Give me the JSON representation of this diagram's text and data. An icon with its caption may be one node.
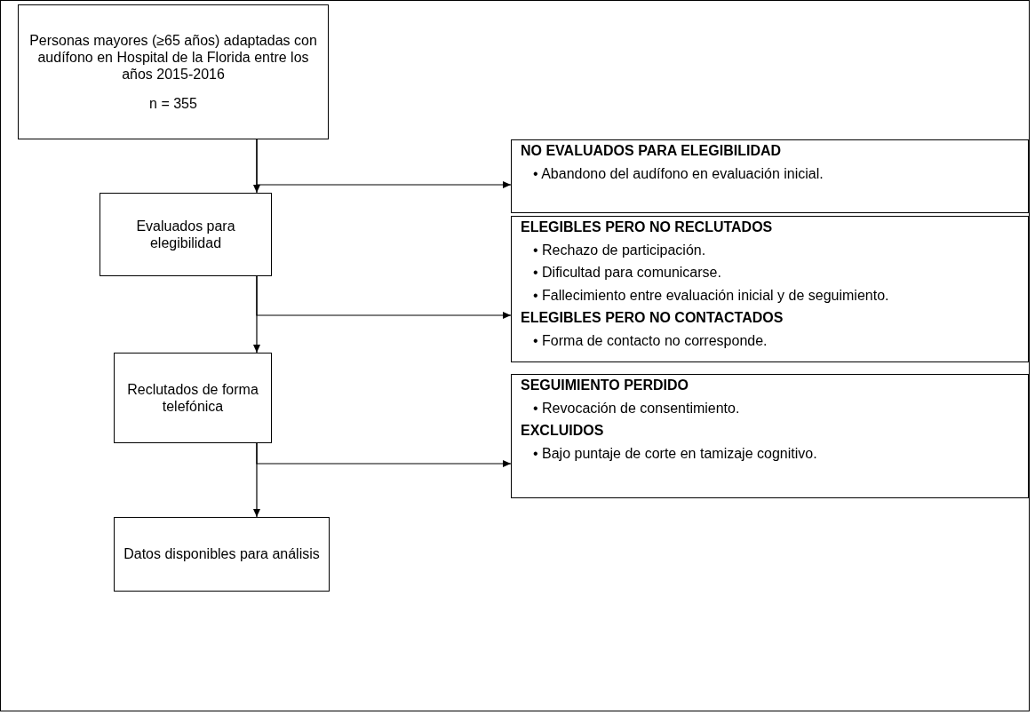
{
  "diagram": {
    "nodes": [
      {
        "text": [
          "Personas mayores (≥65 años) adaptadas con audífono en Hospital de la Florida entre los años 2015-2016",
          "n = 355"
        ]
      },
      {
        "text": [
          "Evaluados para elegibilidad"
        ]
      },
      {
        "text": [
          "Reclutados de forma telefónica"
        ]
      },
      {
        "text": [
          "Datos disponibles para análisis"
        ]
      },
      {
        "text": [
          "NO EVALUADOS PARA ELEGIBILIDAD",
          "• Abandono del audífono en evaluación inicial."
        ]
      },
      {
        "text": [
          "ELEGIBLES PERO NO RECLUTADOS",
          "• Rechazo de participación.",
          "• Dificultad para comunicarse.",
          "• Fallecimiento entre evaluación inicial y de seguimiento.",
          "ELEGIBLES PERO NO CONTACTADOS",
          "• Forma de contacto no corresponde."
        ]
      },
      {
        "text": [
          "SEGUIMIENTO PERDIDO",
          "• Revocación de consentimiento.",
          "EXCLUIDOS",
          "• Bajo puntaje de corte en tamizaje cognitivo."
        ]
      }
    ],
    "edges": [
      {
        "from": 0,
        "to": 1,
        "arrow": "to"
      },
      {
        "from": 0,
        "to": 4,
        "arrow": "to"
      },
      {
        "from": 1,
        "to": 2,
        "arrow": "to"
      },
      {
        "from": 1,
        "to": 5,
        "arrow": "to"
      },
      {
        "from": 2,
        "to": 3,
        "arrow": "to"
      },
      {
        "from": 2,
        "to": 6,
        "arrow": "to"
      }
    ]
  }
}
